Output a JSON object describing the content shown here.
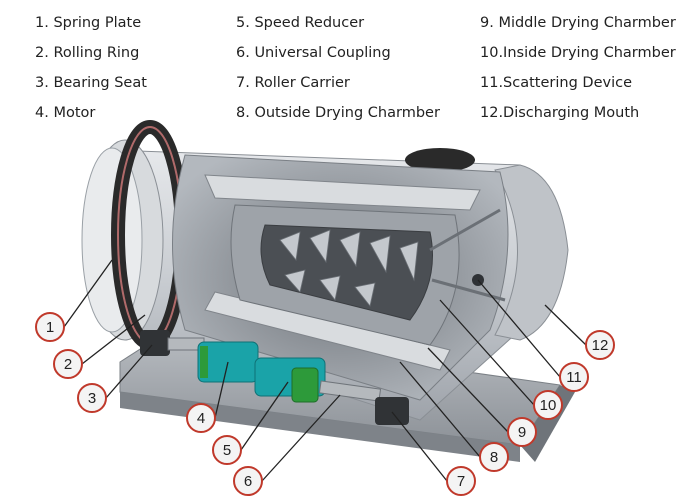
{
  "legend": [
    {
      "number": "1",
      "label": "1. Spring Plate"
    },
    {
      "number": "2",
      "label": "2. Rolling Ring"
    },
    {
      "number": "3",
      "label": "3. Bearing Seat"
    },
    {
      "number": "4",
      "label": "4. Motor"
    },
    {
      "number": "5",
      "label": "5. Speed Reducer"
    },
    {
      "number": "6",
      "label": "6. Universal Coupling"
    },
    {
      "number": "7",
      "label": "7. Roller Carrier"
    },
    {
      "number": "8",
      "label": "8. Outside Drying Charmber"
    },
    {
      "number": "9",
      "label": "9. Middle Drying Charmber"
    },
    {
      "number": "10",
      "label": "10.Inside Drying Charmber"
    },
    {
      "number": "11",
      "label": "11.Scattering Device"
    },
    {
      "number": "12",
      "label": "12.Discharging Mouth"
    }
  ],
  "callouts": [
    "1",
    "2",
    "3",
    "4",
    "5",
    "6",
    "7",
    "8",
    "9",
    "10",
    "11",
    "12"
  ],
  "colors": {
    "callout_stroke": "#c0392b",
    "callout_fill": "#f4f4f4",
    "leader_line": "#222222",
    "motor": "#1aa3a8",
    "reducer": "#2d9a3a",
    "shell": "#c9cdd2",
    "rolling_ring": "#2a2a2a"
  }
}
